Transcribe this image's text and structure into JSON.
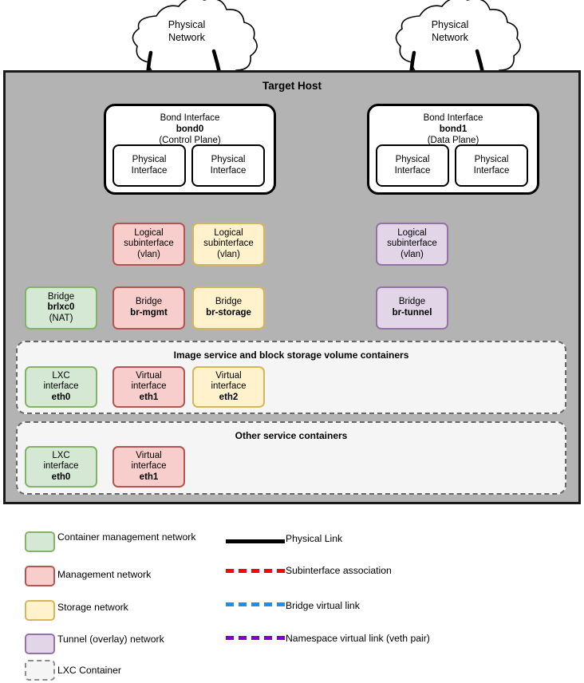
{
  "diagram": {
    "title": "Target Host",
    "clouds": [
      {
        "name": "cloud-left",
        "line1": "Physical",
        "line2": "Network"
      },
      {
        "name": "cloud-right",
        "line1": "Physical",
        "line2": "Network"
      }
    ],
    "bonds": [
      {
        "name": "bond0",
        "title": "Bond Interface",
        "id": "bond0",
        "role": "(Control Plane)",
        "physical_interfaces": [
          {
            "line1": "Physical",
            "line2": "Interface"
          },
          {
            "line1": "Physical",
            "line2": "Interface"
          }
        ]
      },
      {
        "name": "bond1",
        "title": "Bond Interface",
        "id": "bond1",
        "role": "(Data Plane)",
        "physical_interfaces": [
          {
            "line1": "Physical",
            "line2": "Interface"
          },
          {
            "line1": "Physical",
            "line2": "Interface"
          }
        ]
      }
    ],
    "subinterfaces": [
      {
        "name": "subif-mgmt",
        "line1": "Logical",
        "line2": "subinterface",
        "line3": "(vlan)",
        "color": "red"
      },
      {
        "name": "subif-storage",
        "line1": "Logical",
        "line2": "subinterface",
        "line3": "(vlan)",
        "color": "yellow"
      },
      {
        "name": "subif-tunnel",
        "line1": "Logical",
        "line2": "subinterface",
        "line3": "(vlan)",
        "color": "purple"
      }
    ],
    "bridges": [
      {
        "name": "bridge-brlxc0",
        "label": "Bridge",
        "id": "brlxc0",
        "note": "(NAT)",
        "color": "green"
      },
      {
        "name": "bridge-br-mgmt",
        "label": "Bridge",
        "id": "br-mgmt",
        "note": "",
        "color": "red"
      },
      {
        "name": "bridge-br-storage",
        "label": "Bridge",
        "id": "br-storage",
        "note": "",
        "color": "yellow"
      },
      {
        "name": "bridge-br-tunnel",
        "label": "Bridge",
        "id": "br-tunnel",
        "note": "",
        "color": "purple"
      }
    ],
    "containers": [
      {
        "name": "image-service-container",
        "title": "Image service and block storage volume containers",
        "interfaces": [
          {
            "name": "lxc-eth0-image",
            "line1": "LXC",
            "line2": "interface",
            "id": "eth0",
            "color": "green"
          },
          {
            "name": "virtual-eth1-image",
            "line1": "Virtual",
            "line2": "interface",
            "id": "eth1",
            "color": "red"
          },
          {
            "name": "virtual-eth2-image",
            "line1": "Virtual",
            "line2": "interface",
            "id": "eth2",
            "color": "yellow"
          }
        ]
      },
      {
        "name": "other-service-container",
        "title": "Other service containers",
        "interfaces": [
          {
            "name": "lxc-eth0-other",
            "line1": "LXC",
            "line2": "interface",
            "id": "eth0",
            "color": "green"
          },
          {
            "name": "virtual-eth1-other",
            "line1": "Virtual",
            "line2": "interface",
            "id": "eth1",
            "color": "red"
          }
        ]
      }
    ]
  },
  "legend": {
    "swatches": [
      {
        "name": "legend-container-management-network",
        "label": "Container management network",
        "fill": "#d5e8d4",
        "stroke": "#82b366"
      },
      {
        "name": "legend-management-network",
        "label": "Management network",
        "fill": "#f8cecc",
        "stroke": "#b85450"
      },
      {
        "name": "legend-storage-network",
        "label": "Storage network",
        "fill": "#fff2cc",
        "stroke": "#d6b656"
      },
      {
        "name": "legend-tunnel-overlay-network",
        "label": "Tunnel (overlay) network",
        "fill": "#e1d5e7",
        "stroke": "#9673a6"
      },
      {
        "name": "legend-lxc-container",
        "label": "LXC Container",
        "fill": "#f5f5f5",
        "stroke": "#8c8c8c"
      }
    ],
    "lines": [
      {
        "name": "legend-physical-link",
        "label": "Physical Link",
        "color": "#000000",
        "style": "solid"
      },
      {
        "name": "legend-subinterface-assoc",
        "label": "Subinterface association",
        "color": "#ff0000",
        "style": "dashed"
      },
      {
        "name": "legend-bridge-virtual-link",
        "label": "Bridge virtual link",
        "color": "#1f8fe8",
        "style": "dashed"
      },
      {
        "name": "legend-namespace-virtual-link",
        "label": "Namespace virtual link (veth pair)",
        "color": "#7f00d4",
        "style": "dashed"
      }
    ]
  },
  "colors": {
    "host_fill": "#b3b3b3",
    "physical_link": "#000000",
    "subinterface_link": "#ff0000",
    "bridge_link": "#1f8fe8",
    "namespace_link": "#7f00d4"
  }
}
